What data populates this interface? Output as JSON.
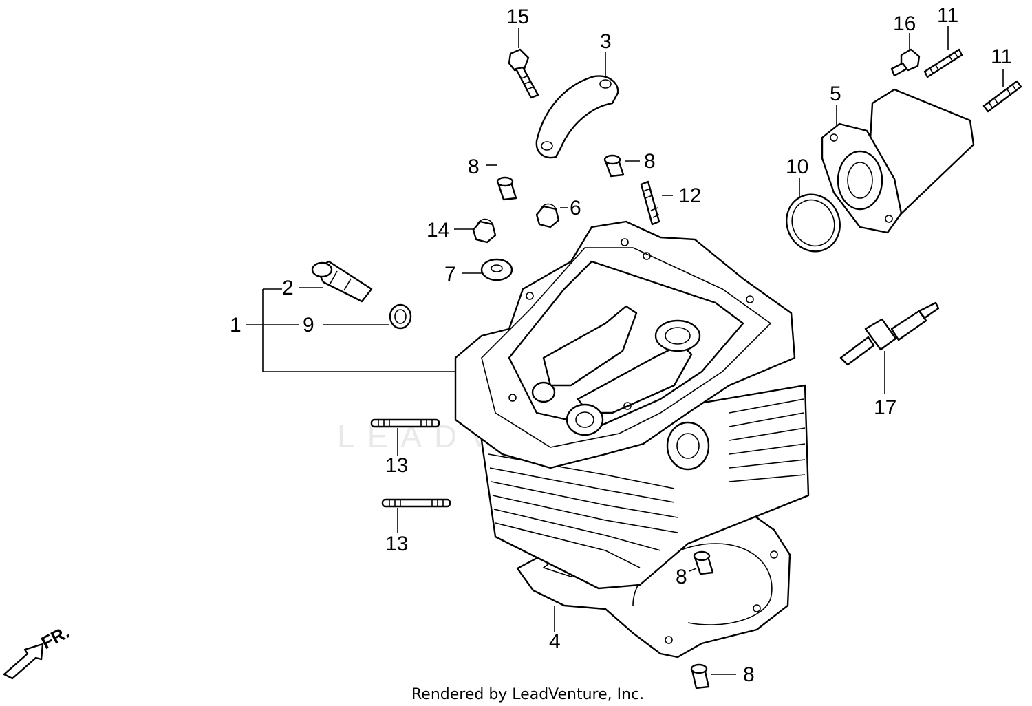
{
  "watermark": "LEADVENTURE",
  "footer": "Rendered by LeadVenture, Inc.",
  "direction_label": "FR.",
  "callouts": {
    "c1": "1",
    "c2": "2",
    "c3": "3",
    "c4": "4",
    "c5": "5",
    "c6": "6",
    "c7": "7",
    "c8a": "8",
    "c8b": "8",
    "c8c": "8",
    "c8d": "8",
    "c9": "9",
    "c10": "10",
    "c11a": "11",
    "c11b": "11",
    "c12": "12",
    "c13a": "13",
    "c13b": "13",
    "c14": "14",
    "c15": "15",
    "c16": "16",
    "c17": "17"
  }
}
